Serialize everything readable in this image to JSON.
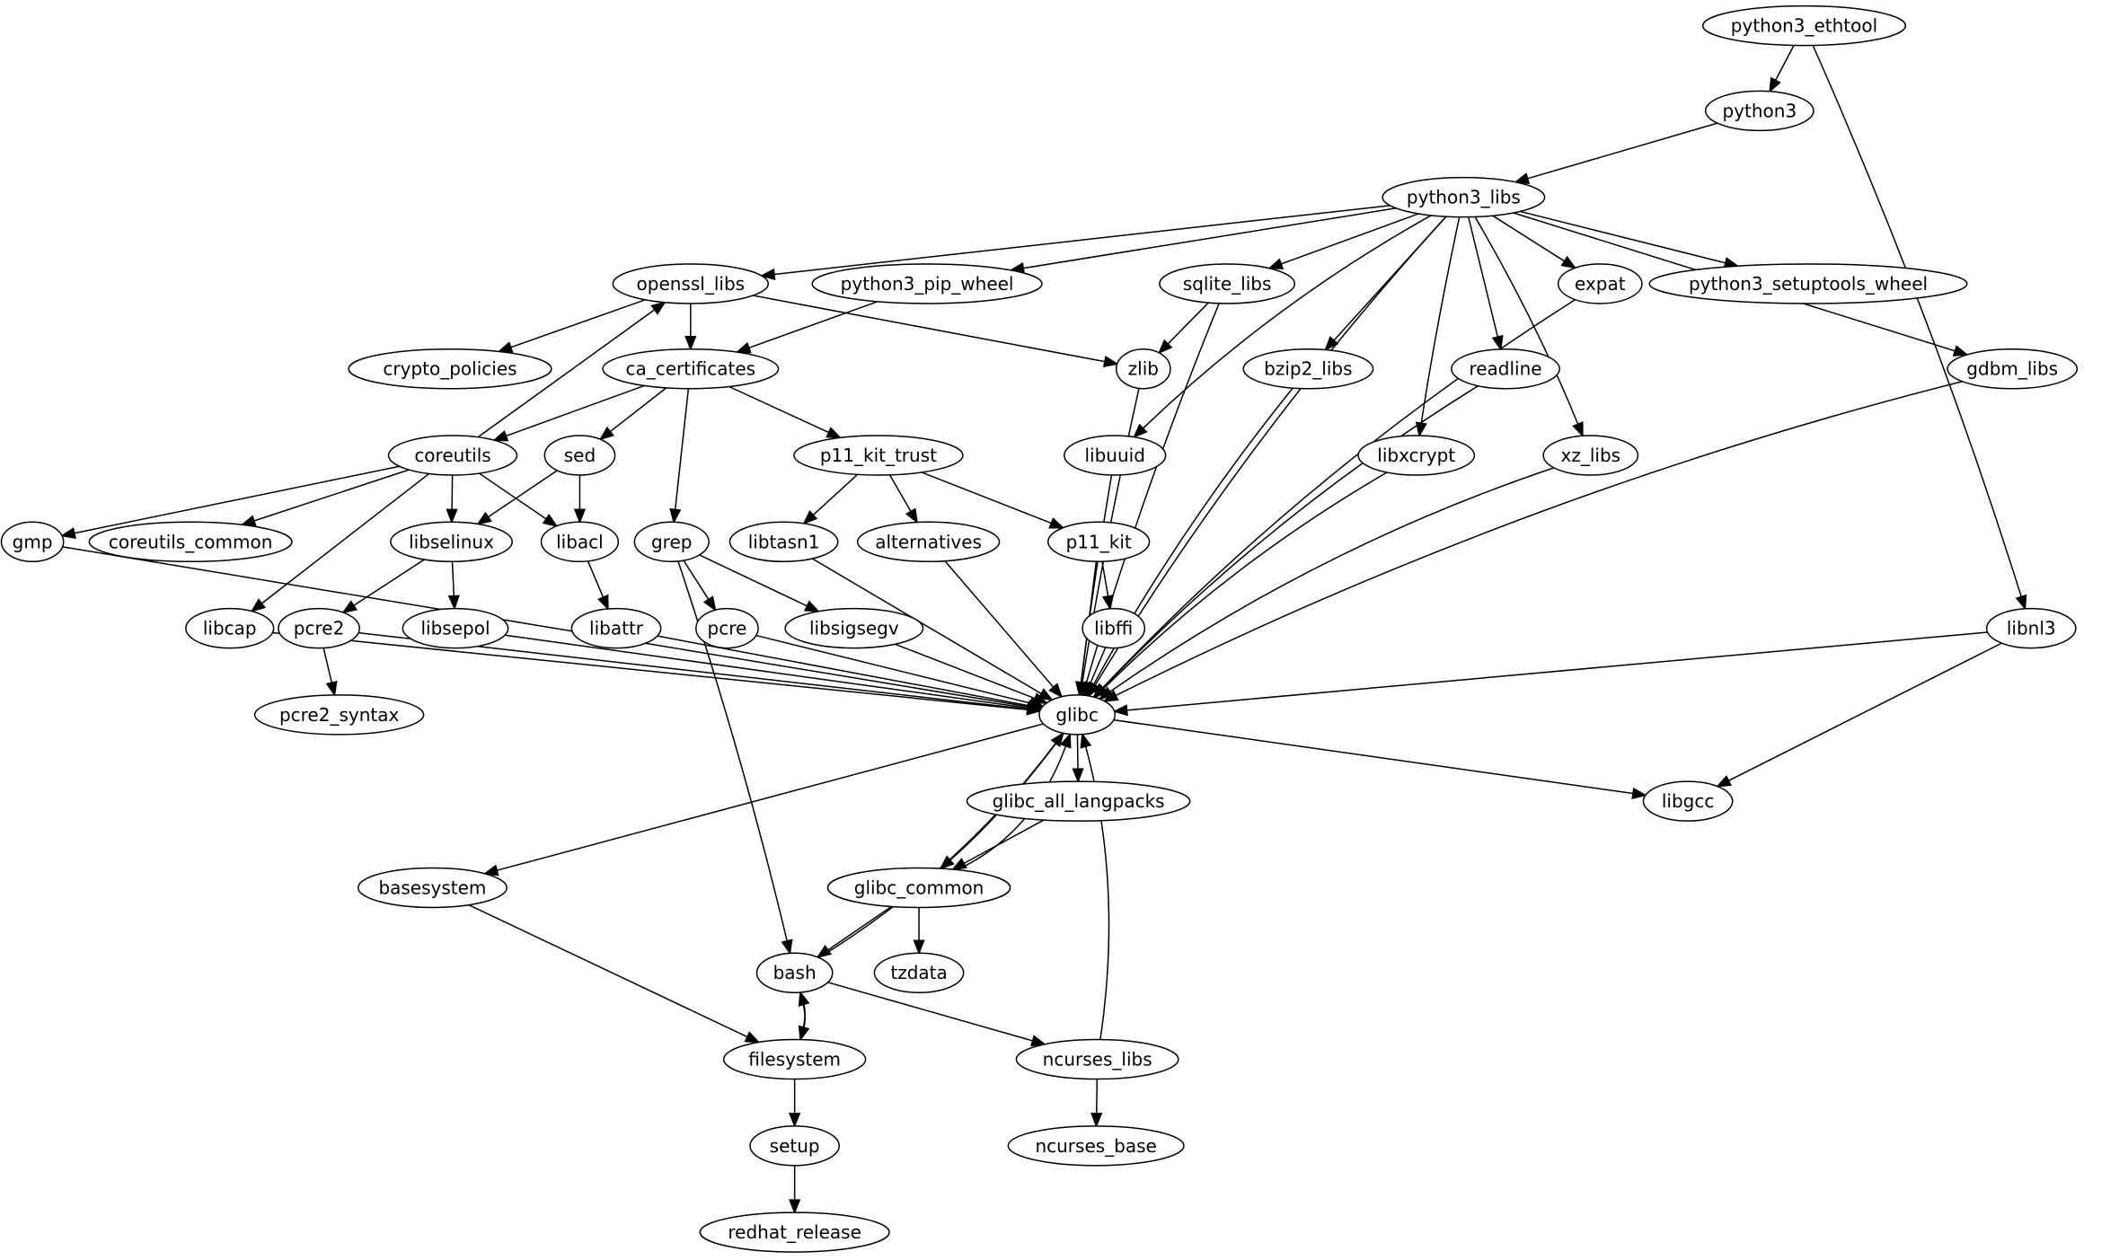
{
  "title": "Package dependency graph",
  "colors": {
    "stroke": "#000000",
    "fill": "#ffffff"
  },
  "nodes": [
    {
      "id": "python3_ethtool",
      "label": "python3_ethtool"
    },
    {
      "id": "python3",
      "label": "python3"
    },
    {
      "id": "python3_libs",
      "label": "python3_libs"
    },
    {
      "id": "openssl_libs",
      "label": "openssl_libs"
    },
    {
      "id": "python3_pip_wheel",
      "label": "python3_pip_wheel"
    },
    {
      "id": "sqlite_libs",
      "label": "sqlite_libs"
    },
    {
      "id": "expat",
      "label": "expat"
    },
    {
      "id": "python3_setuptools_wheel",
      "label": "python3_setuptools_wheel"
    },
    {
      "id": "crypto_policies",
      "label": "crypto_policies"
    },
    {
      "id": "ca_certificates",
      "label": "ca_certificates"
    },
    {
      "id": "zlib",
      "label": "zlib"
    },
    {
      "id": "bzip2_libs",
      "label": "bzip2_libs"
    },
    {
      "id": "readline",
      "label": "readline"
    },
    {
      "id": "gdbm_libs",
      "label": "gdbm_libs"
    },
    {
      "id": "coreutils",
      "label": "coreutils"
    },
    {
      "id": "sed",
      "label": "sed"
    },
    {
      "id": "p11_kit_trust",
      "label": "p11_kit_trust"
    },
    {
      "id": "libuuid",
      "label": "libuuid"
    },
    {
      "id": "libxcrypt",
      "label": "libxcrypt"
    },
    {
      "id": "xz_libs",
      "label": "xz_libs"
    },
    {
      "id": "gmp",
      "label": "gmp"
    },
    {
      "id": "coreutils_common",
      "label": "coreutils_common"
    },
    {
      "id": "libselinux",
      "label": "libselinux"
    },
    {
      "id": "libacl",
      "label": "libacl"
    },
    {
      "id": "grep",
      "label": "grep"
    },
    {
      "id": "libtasn1",
      "label": "libtasn1"
    },
    {
      "id": "alternatives",
      "label": "alternatives"
    },
    {
      "id": "p11_kit",
      "label": "p11_kit"
    },
    {
      "id": "libcap",
      "label": "libcap"
    },
    {
      "id": "pcre2",
      "label": "pcre2"
    },
    {
      "id": "libsepol",
      "label": "libsepol"
    },
    {
      "id": "libattr",
      "label": "libattr"
    },
    {
      "id": "pcre",
      "label": "pcre"
    },
    {
      "id": "libsigsegv",
      "label": "libsigsegv"
    },
    {
      "id": "libffi",
      "label": "libffi"
    },
    {
      "id": "libnl3",
      "label": "libnl3"
    },
    {
      "id": "pcre2_syntax",
      "label": "pcre2_syntax"
    },
    {
      "id": "glibc",
      "label": "glibc"
    },
    {
      "id": "glibc_all_langpacks",
      "label": "glibc_all_langpacks"
    },
    {
      "id": "libgcc",
      "label": "libgcc"
    },
    {
      "id": "basesystem",
      "label": "basesystem"
    },
    {
      "id": "glibc_common",
      "label": "glibc_common"
    },
    {
      "id": "bash",
      "label": "bash"
    },
    {
      "id": "tzdata",
      "label": "tzdata"
    },
    {
      "id": "filesystem",
      "label": "filesystem"
    },
    {
      "id": "ncurses_libs",
      "label": "ncurses_libs"
    },
    {
      "id": "setup",
      "label": "setup"
    },
    {
      "id": "ncurses_base",
      "label": "ncurses_base"
    },
    {
      "id": "redhat_release",
      "label": "redhat_release"
    }
  ],
  "edges": [
    [
      "python3_ethtool",
      "python3"
    ],
    [
      "python3_ethtool",
      "libnl3"
    ],
    [
      "python3",
      "python3_libs"
    ],
    [
      "python3_libs",
      "openssl_libs"
    ],
    [
      "python3_libs",
      "python3_pip_wheel"
    ],
    [
      "python3_libs",
      "sqlite_libs"
    ],
    [
      "python3_libs",
      "expat"
    ],
    [
      "python3_libs",
      "python3_setuptools_wheel"
    ],
    [
      "python3_libs",
      "bzip2_libs"
    ],
    [
      "python3_libs",
      "libxcrypt"
    ],
    [
      "python3_libs",
      "readline"
    ],
    [
      "python3_libs",
      "xz_libs"
    ],
    [
      "python3_libs",
      "libuuid"
    ],
    [
      "python3_libs",
      "glibc"
    ],
    [
      "python3_libs",
      "gdbm_libs"
    ],
    [
      "openssl_libs",
      "crypto_policies"
    ],
    [
      "openssl_libs",
      "ca_certificates"
    ],
    [
      "openssl_libs",
      "zlib"
    ],
    [
      "python3_pip_wheel",
      "ca_certificates"
    ],
    [
      "sqlite_libs",
      "zlib"
    ],
    [
      "sqlite_libs",
      "glibc"
    ],
    [
      "ca_certificates",
      "coreutils"
    ],
    [
      "ca_certificates",
      "sed"
    ],
    [
      "ca_certificates",
      "grep"
    ],
    [
      "ca_certificates",
      "p11_kit_trust"
    ],
    [
      "coreutils",
      "openssl_libs"
    ],
    [
      "coreutils",
      "gmp"
    ],
    [
      "coreutils",
      "coreutils_common"
    ],
    [
      "coreutils",
      "libselinux"
    ],
    [
      "coreutils",
      "libacl"
    ],
    [
      "coreutils",
      "libcap"
    ],
    [
      "sed",
      "libselinux"
    ],
    [
      "sed",
      "libacl"
    ],
    [
      "p11_kit_trust",
      "libtasn1"
    ],
    [
      "p11_kit_trust",
      "alternatives"
    ],
    [
      "p11_kit_trust",
      "p11_kit"
    ],
    [
      "p11_kit",
      "libffi"
    ],
    [
      "p11_kit",
      "glibc"
    ],
    [
      "libffi",
      "glibc"
    ],
    [
      "libselinux",
      "pcre2"
    ],
    [
      "libselinux",
      "libsepol"
    ],
    [
      "libacl",
      "libattr"
    ],
    [
      "grep",
      "pcre"
    ],
    [
      "grep",
      "libsigsegv"
    ],
    [
      "grep",
      "bash"
    ],
    [
      "pcre2",
      "pcre2_syntax"
    ],
    [
      "gmp",
      "glibc"
    ],
    [
      "libcap",
      "glibc"
    ],
    [
      "pcre2",
      "glibc"
    ],
    [
      "libsepol",
      "glibc"
    ],
    [
      "libattr",
      "glibc"
    ],
    [
      "pcre",
      "glibc"
    ],
    [
      "libsigsegv",
      "glibc"
    ],
    [
      "libtasn1",
      "glibc"
    ],
    [
      "alternatives",
      "glibc"
    ],
    [
      "libuuid",
      "glibc"
    ],
    [
      "zlib",
      "glibc"
    ],
    [
      "bzip2_libs",
      "glibc"
    ],
    [
      "libxcrypt",
      "glibc"
    ],
    [
      "readline",
      "glibc"
    ],
    [
      "xz_libs",
      "glibc"
    ],
    [
      "expat",
      "glibc"
    ],
    [
      "gdbm_libs",
      "glibc"
    ],
    [
      "libnl3",
      "glibc"
    ],
    [
      "libnl3",
      "libgcc"
    ],
    [
      "glibc",
      "libgcc"
    ],
    [
      "glibc",
      "glibc_all_langpacks"
    ],
    [
      "glibc",
      "glibc_common"
    ],
    [
      "glibc",
      "basesystem"
    ],
    [
      "glibc_all_langpacks",
      "glibc_common"
    ],
    [
      "glibc_common",
      "glibc"
    ],
    [
      "glibc_common",
      "bash"
    ],
    [
      "glibc_common",
      "tzdata"
    ],
    [
      "bash",
      "glibc"
    ],
    [
      "bash",
      "filesystem"
    ],
    [
      "bash",
      "ncurses_libs"
    ],
    [
      "filesystem",
      "bash"
    ],
    [
      "filesystem",
      "setup"
    ],
    [
      "basesystem",
      "filesystem"
    ],
    [
      "ncurses_libs",
      "glibc"
    ],
    [
      "ncurses_libs",
      "ncurses_base"
    ],
    [
      "setup",
      "redhat_release"
    ]
  ]
}
